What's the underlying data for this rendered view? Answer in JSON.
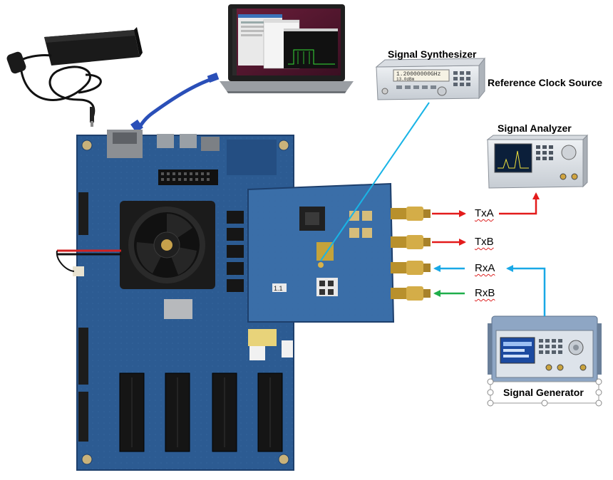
{
  "labels": {
    "signal_synthesizer": "Signal Synthesizer",
    "reference_clock_source": "Reference Clock Source",
    "signal_analyzer": "Signal Analyzer",
    "signal_generator": "Signal Generator"
  },
  "ports": {
    "txa": "TxA",
    "txb": "TxB",
    "rxa": "RxA",
    "rxb": "RxB"
  },
  "instruments": {
    "synth_display_line1": "1.20000000GHz",
    "synth_display_line2": "13.0dBm"
  },
  "board_marking": "1.1",
  "colors": {
    "tx_arrow": "#e31b1b",
    "rx_arrow": "#19a8e6",
    "rxb_arrow": "#1fae4b",
    "clock_line": "#19b4e6",
    "board_blue": "#2c5b92",
    "board_dark": "#1d3f6c"
  }
}
